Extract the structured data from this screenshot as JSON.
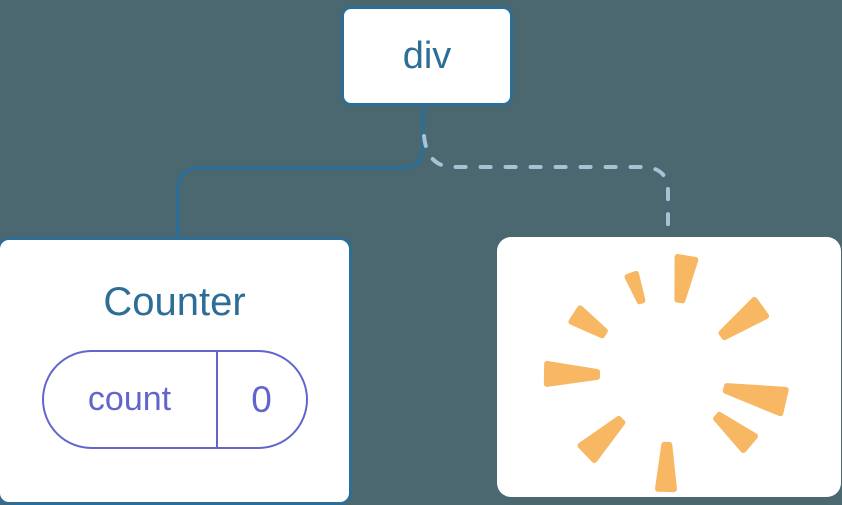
{
  "colors": {
    "bg": "#4b6770",
    "blue": "#2d6e96",
    "purple": "#6365cd",
    "orange": "#f7b763",
    "dash": "#a6c3d6"
  },
  "tree": {
    "root": {
      "label": "div"
    },
    "children": [
      {
        "type": "component",
        "title": "Counter",
        "edge": "solid",
        "state": {
          "key": "count",
          "value": "0"
        }
      },
      {
        "type": "removed",
        "edge": "dashed",
        "icon": "poof-burst"
      }
    ]
  }
}
